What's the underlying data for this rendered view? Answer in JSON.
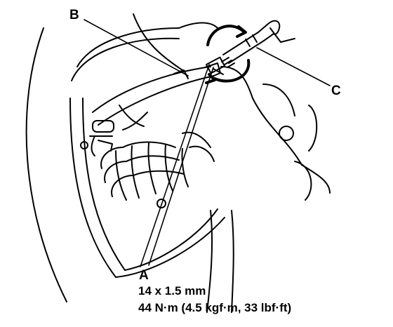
{
  "callouts": {
    "a": "A",
    "b": "B",
    "c": "C"
  },
  "spec": {
    "size": "14 x 1.5 mm",
    "torque": "44 N·m (4.5 kgf·m, 33 lbf·ft)"
  },
  "colors": {
    "ink": "#000000",
    "paper": "#ffffff"
  }
}
